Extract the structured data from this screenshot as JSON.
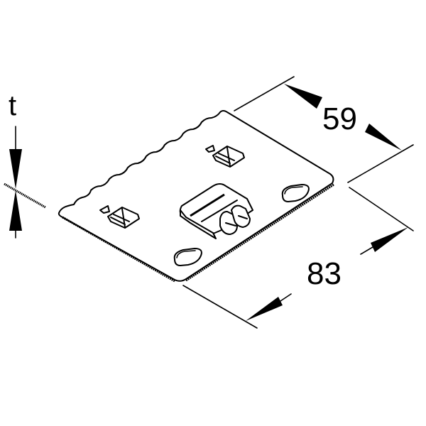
{
  "drawing": {
    "subject": "connector plate",
    "dimensions": {
      "width": {
        "label": "59"
      },
      "length": {
        "label": "83"
      },
      "thickness": {
        "label": "t"
      }
    },
    "colors": {
      "line": "#000000",
      "background": "#ffffff"
    }
  }
}
